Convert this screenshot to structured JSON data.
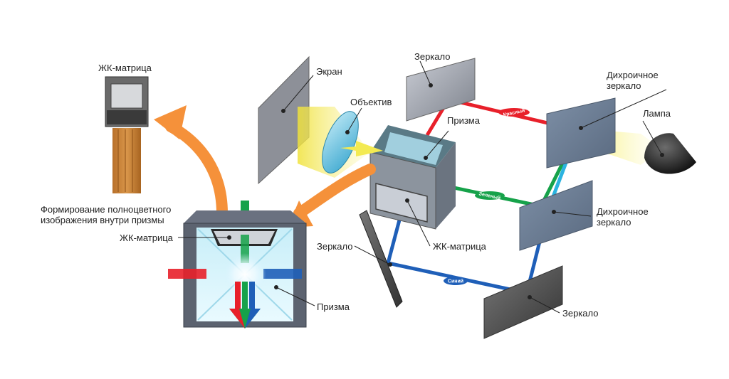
{
  "labels": {
    "mirror_top": "Зеркало",
    "screen": "Экран",
    "objective": "Объектив",
    "prism_center": "Призма",
    "dichroic_top": [
      "Дихроичное",
      "зеркало"
    ],
    "lamp": "Лампа",
    "lcd_left_top": "ЖК-матрица",
    "forming": [
      "Формирование полноцветного",
      "изображения внутри призмы"
    ],
    "lcd_left": "ЖК-матрица",
    "mirror_left": "Зеркало",
    "lcd_center": "ЖК-матрица",
    "dichroic_mid": [
      "Дихроичное",
      "зеркало"
    ],
    "prism_left": "Призма",
    "mirror_bottom": "Зеркало"
  },
  "beam_tags": {
    "red": "Красный",
    "green": "Зеленый",
    "blue": "Синий"
  },
  "colors": {
    "red_beam": "#e8202a",
    "green_beam": "#16a24a",
    "blue_beam": "#1f5fb8",
    "cyan_beam": "#2bb3e0",
    "arrow": "#f5913a"
  }
}
